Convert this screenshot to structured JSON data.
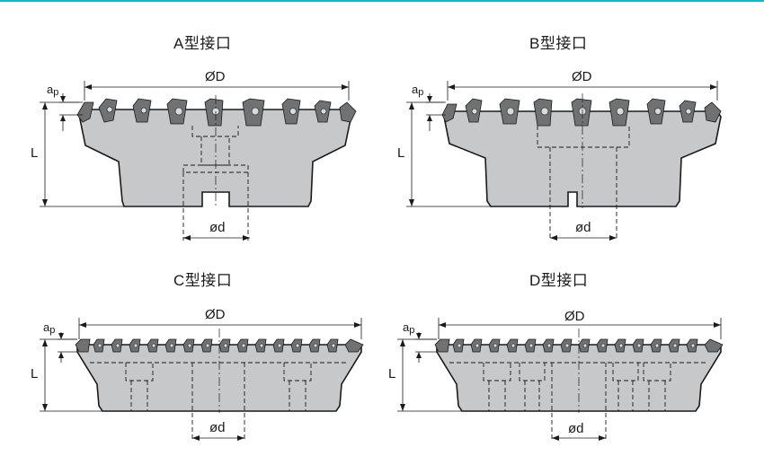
{
  "panels": [
    {
      "key": "A",
      "title": "A型接口",
      "dim_D": "ØD",
      "dim_d": "ød",
      "dim_L": "L",
      "dim_ap_main": "a",
      "dim_ap_sub": "p"
    },
    {
      "key": "B",
      "title": "B型接口",
      "dim_D": "ØD",
      "dim_d": "ød",
      "dim_L": "L",
      "dim_ap_main": "a",
      "dim_ap_sub": "p"
    },
    {
      "key": "C",
      "title": "C型接口",
      "dim_D": "ØD",
      "dim_d": "ød",
      "dim_L": "L",
      "dim_ap_main": "a",
      "dim_ap_sub": "p"
    },
    {
      "key": "D",
      "title": "D型接口",
      "dim_D": "ØD",
      "dim_d": "ød",
      "dim_L": "L",
      "dim_ap_main": "a",
      "dim_ap_sub": "p"
    }
  ],
  "colors": {
    "accent_rule": "#17b3c8",
    "body_fill": "#c7c8ca",
    "insert_fill": "#6f7173"
  }
}
